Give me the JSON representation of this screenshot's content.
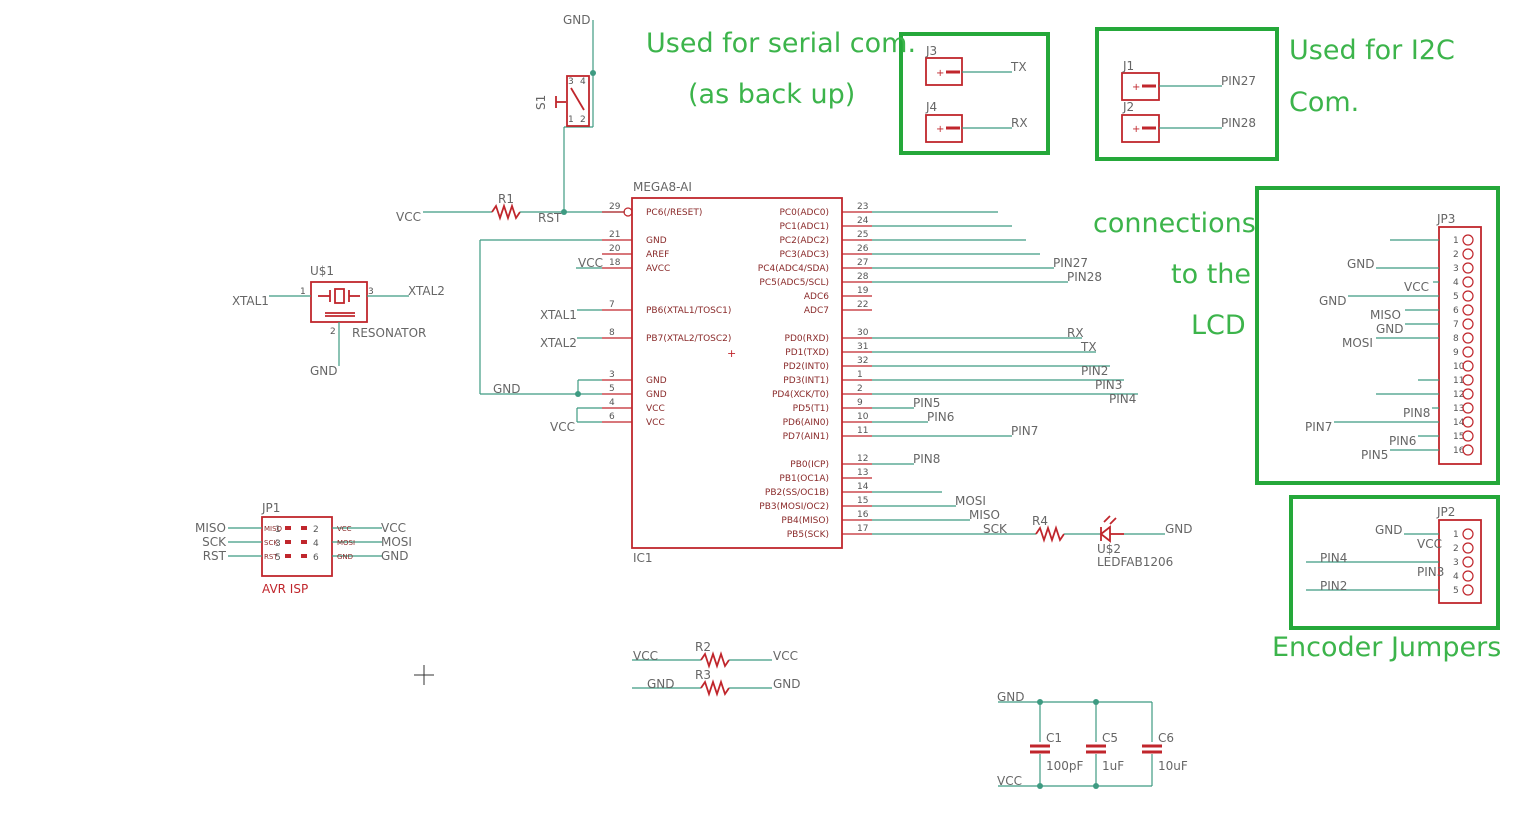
{
  "annotations": {
    "serial_1": "Used for serial com.",
    "serial_2": "(as back up)",
    "i2c_1": "Used for I2C",
    "i2c_2": "Com.",
    "lcd_1": "connections",
    "lcd_2": "to the",
    "lcd_3": "LCD",
    "encoder": "Encoder Jumpers"
  },
  "ic": {
    "name": "MEGA8-AI",
    "ref": "IC1",
    "left_pins": [
      {
        "num": "29",
        "name": "PC6(/RESET)"
      },
      {
        "num": "21",
        "name": "GND"
      },
      {
        "num": "20",
        "name": "AREF"
      },
      {
        "num": "18",
        "name": "AVCC"
      },
      {
        "num": "7",
        "name": "PB6(XTAL1/TOSC1)"
      },
      {
        "num": "8",
        "name": "PB7(XTAL2/TOSC2)"
      },
      {
        "num": "3",
        "name": "GND"
      },
      {
        "num": "5",
        "name": "GND"
      },
      {
        "num": "4",
        "name": "VCC"
      },
      {
        "num": "6",
        "name": "VCC"
      }
    ],
    "right_pins": [
      {
        "num": "23",
        "name": "PC0(ADC0)"
      },
      {
        "num": "24",
        "name": "PC1(ADC1)"
      },
      {
        "num": "25",
        "name": "PC2(ADC2)"
      },
      {
        "num": "26",
        "name": "PC3(ADC3)"
      },
      {
        "num": "27",
        "name": "PC4(ADC4/SDA)"
      },
      {
        "num": "28",
        "name": "PC5(ADC5/SCL)"
      },
      {
        "num": "19",
        "name": "ADC6"
      },
      {
        "num": "22",
        "name": "ADC7"
      },
      {
        "num": "30",
        "name": "PD0(RXD)"
      },
      {
        "num": "31",
        "name": "PD1(TXD)"
      },
      {
        "num": "32",
        "name": "PD2(INT0)"
      },
      {
        "num": "1",
        "name": "PD3(INT1)"
      },
      {
        "num": "2",
        "name": "PD4(XCK/T0)"
      },
      {
        "num": "9",
        "name": "PD5(T1)"
      },
      {
        "num": "10",
        "name": "PD6(AIN0)"
      },
      {
        "num": "11",
        "name": "PD7(AIN1)"
      },
      {
        "num": "12",
        "name": "PB0(ICP)"
      },
      {
        "num": "13",
        "name": "PB1(OC1A)"
      },
      {
        "num": "14",
        "name": "PB2(SS/OC1B)"
      },
      {
        "num": "15",
        "name": "PB3(MOSI/OC2)"
      },
      {
        "num": "16",
        "name": "PB4(MISO)"
      },
      {
        "num": "17",
        "name": "PB5(SCK)"
      }
    ]
  },
  "nets": {
    "gnd": "GND",
    "vcc": "VCC",
    "rst": "RST",
    "xtal1": "XTAL1",
    "xtal2": "XTAL2",
    "tx": "TX",
    "rx": "RX",
    "pin27": "PIN27",
    "pin28": "PIN28",
    "pin2": "PIN2",
    "pin3": "PIN3",
    "pin4": "PIN4",
    "pin5": "PIN5",
    "pin6": "PIN6",
    "pin7": "PIN7",
    "pin8": "PIN8",
    "mosi": "MOSI",
    "miso": "MISO",
    "sck": "SCK"
  },
  "parts": {
    "r1": "R1",
    "r2": "R2",
    "r3": "R3",
    "r4": "R4",
    "s1": "S1",
    "u1": "U$1",
    "resonator": "RESONATOR",
    "u2": "U$2",
    "led": "LEDFAB1206",
    "j1": "J1",
    "j2": "J2",
    "j3": "J3",
    "j4": "J4",
    "jp1": "JP1",
    "jp2": "JP2",
    "jp3": "JP3",
    "avr_isp": "AVR ISP",
    "c1": "C1",
    "c5": "C5",
    "c6": "C6",
    "c1_val": "100pF",
    "c5_val": "1uF",
    "c6_val": "10uF"
  },
  "isp": {
    "rows": [
      {
        "l": "MISO",
        "a": "1",
        "b": "2",
        "r": "VCC"
      },
      {
        "l": "SCK",
        "a": "3",
        "b": "4",
        "r": "MOSI"
      },
      {
        "l": "RST",
        "a": "5",
        "b": "6",
        "r": "GND"
      }
    ]
  },
  "jp3_pins": [
    "1",
    "2",
    "3",
    "4",
    "5",
    "6",
    "7",
    "8",
    "9",
    "10",
    "11",
    "12",
    "13",
    "14",
    "15",
    "16"
  ],
  "jp2_pins": [
    "1",
    "2",
    "3",
    "4",
    "5"
  ],
  "colors": {
    "wire": "#3e9b82",
    "part": "#c0262c",
    "annotation": "#3cb44b",
    "box": "#25a83a"
  }
}
